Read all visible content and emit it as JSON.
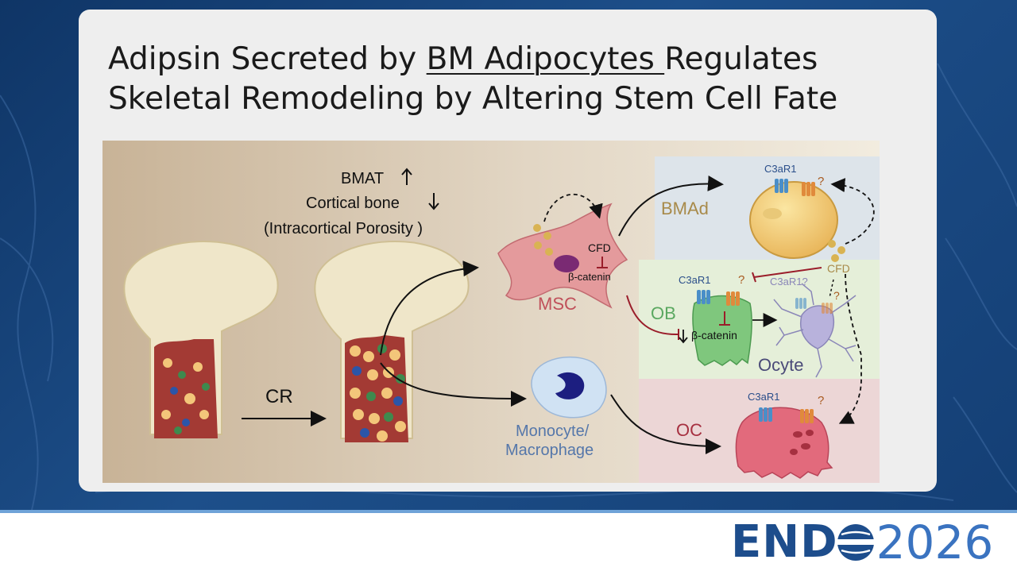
{
  "slide": {
    "title_part1": "Adipsin Secreted by ",
    "title_underlined": "BM Adipocytes ",
    "title_part2": "Regulates Skeletal Remodeling by Altering Stem Cell Fate"
  },
  "figure": {
    "bmat_label": "BMAT",
    "cortical_label": "Cortical bone",
    "porosity_label": "(Intracortical Porosity )",
    "cr_label": "CR",
    "msc_label": "MSC",
    "cfd_label": "CFD",
    "beta_catenin_msc": "β-catenin",
    "monocyte_label": "Monocyte/",
    "macrophage_label": "Macrophage",
    "bmad_label": "BMAd",
    "ob_label": "OB",
    "ocyte_label": "Ocyte",
    "oc_label": "OC",
    "c3ar1_bmad": "C3aR1",
    "c3ar1_ob": "C3aR1",
    "c3ar1_ocyte": "C3aR1?",
    "c3ar1_oc": "C3aR1",
    "cfd_right": "CFD",
    "beta_catenin_ob": "β-catenin",
    "question_mark": "?"
  },
  "logo": {
    "brand": "END",
    "year": "2026"
  },
  "colors": {
    "background_blue": "#123a6e",
    "card": "#eeeeee",
    "brand_navy": "#1d4d8c",
    "year_blue": "#3a73c0",
    "msc_red": "#c0505a",
    "bmad_gold": "#a88a4a",
    "ob_green": "#5aa860",
    "ocyte_purple": "#8a86b8",
    "oc_red": "#a63040",
    "monocyte_blue": "#5577aa"
  }
}
